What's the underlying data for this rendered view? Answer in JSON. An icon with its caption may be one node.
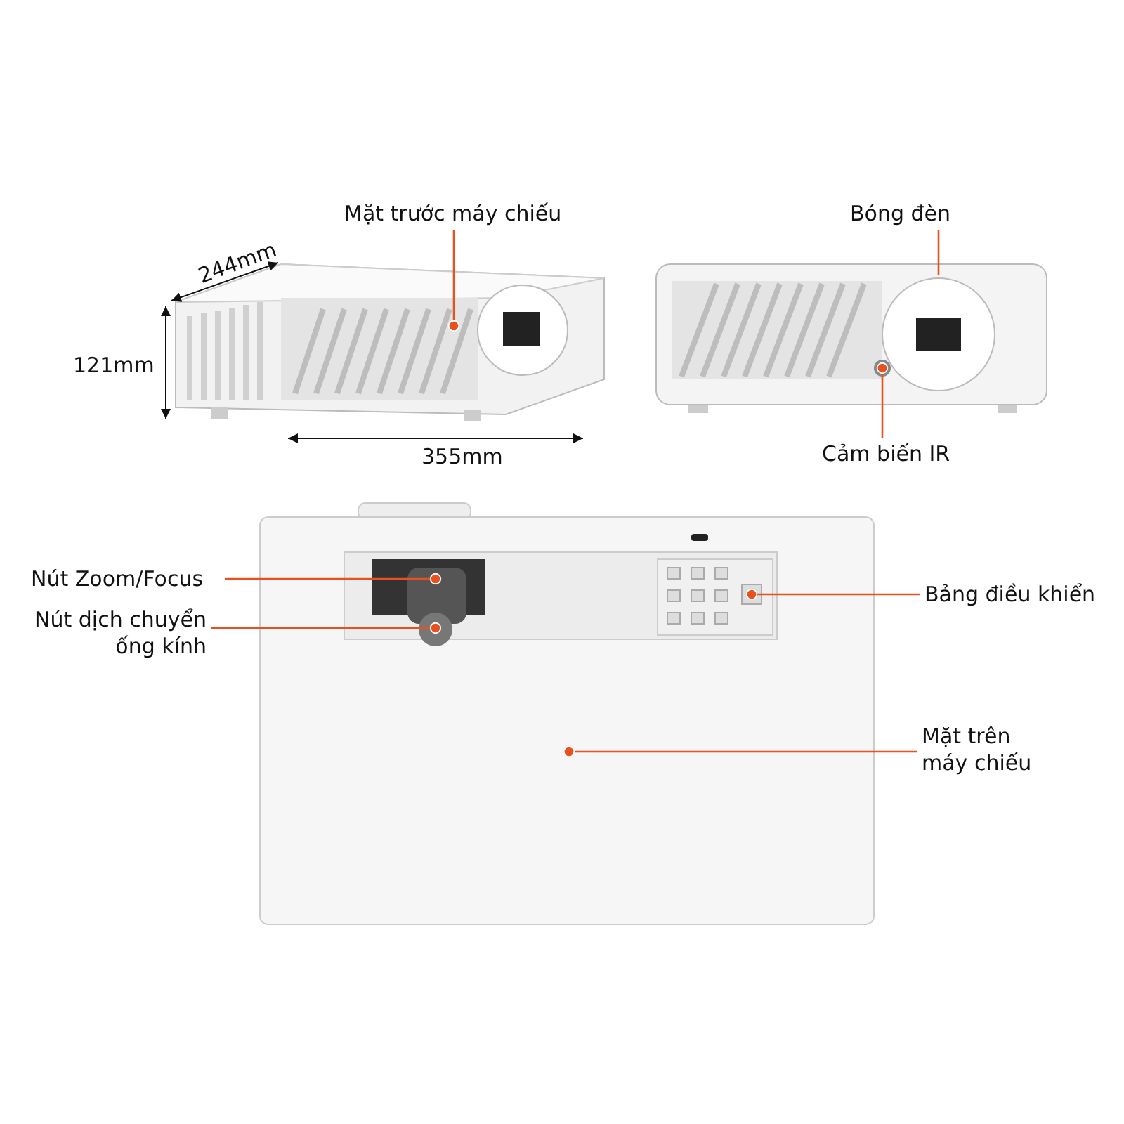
{
  "diagram": {
    "nodes": [
      {
        "text": [
          "Mặt trước máy chiếu"
        ]
      },
      {
        "text": [
          "Bóng đèn"
        ]
      },
      {
        "text": [
          "Cảm biến IR"
        ]
      },
      {
        "text": [
          "Nút Zoom/Focus"
        ]
      },
      {
        "text": [
          "Nút dịch chuyển ống kính"
        ]
      },
      {
        "text": [
          "Bảng điều khiển"
        ]
      },
      {
        "text": [
          "Mặt trên máy chiếu"
        ]
      }
    ],
    "edges": [
      {
        "from": 0,
        "to": null,
        "arrow": "other"
      },
      {
        "from": 1,
        "to": null,
        "arrow": "none"
      },
      {
        "from": 2,
        "to": null,
        "arrow": "other"
      },
      {
        "from": 3,
        "to": null,
        "arrow": "other"
      },
      {
        "from": 4,
        "to": null,
        "arrow": "other"
      },
      {
        "from": 5,
        "to": null,
        "arrow": "other"
      },
      {
        "from": 6,
        "to": null,
        "arrow": "other"
      }
    ],
    "labels": [
      "244mm",
      "121mm",
      "355mm"
    ]
  }
}
